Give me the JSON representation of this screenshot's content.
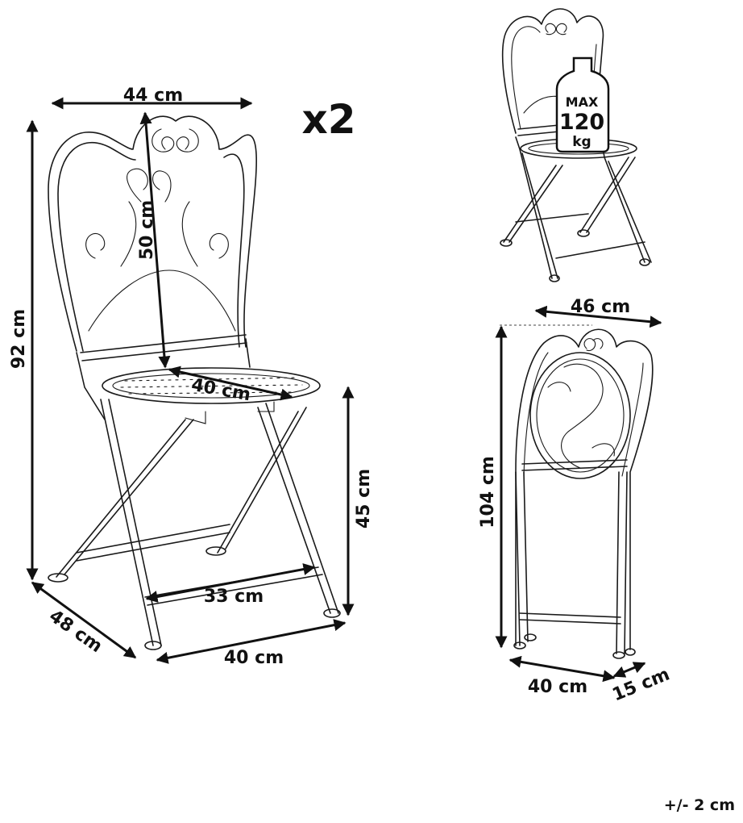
{
  "main_view": {
    "width": "44 cm",
    "backrest": "50 cm",
    "height": "92 cm",
    "seat_diameter": "40 cm",
    "seat_height": "45 cm",
    "front_width": "33 cm",
    "depth": "48 cm",
    "bottom_width": "40 cm"
  },
  "quantity": "x2",
  "load_badge": {
    "line1": "MAX",
    "line2": "120",
    "line3": "kg"
  },
  "folded_view": {
    "width": "46 cm",
    "height": "104 cm",
    "bottom_width": "40 cm",
    "depth": "15 cm"
  },
  "tolerance": "+/- 2 cm"
}
